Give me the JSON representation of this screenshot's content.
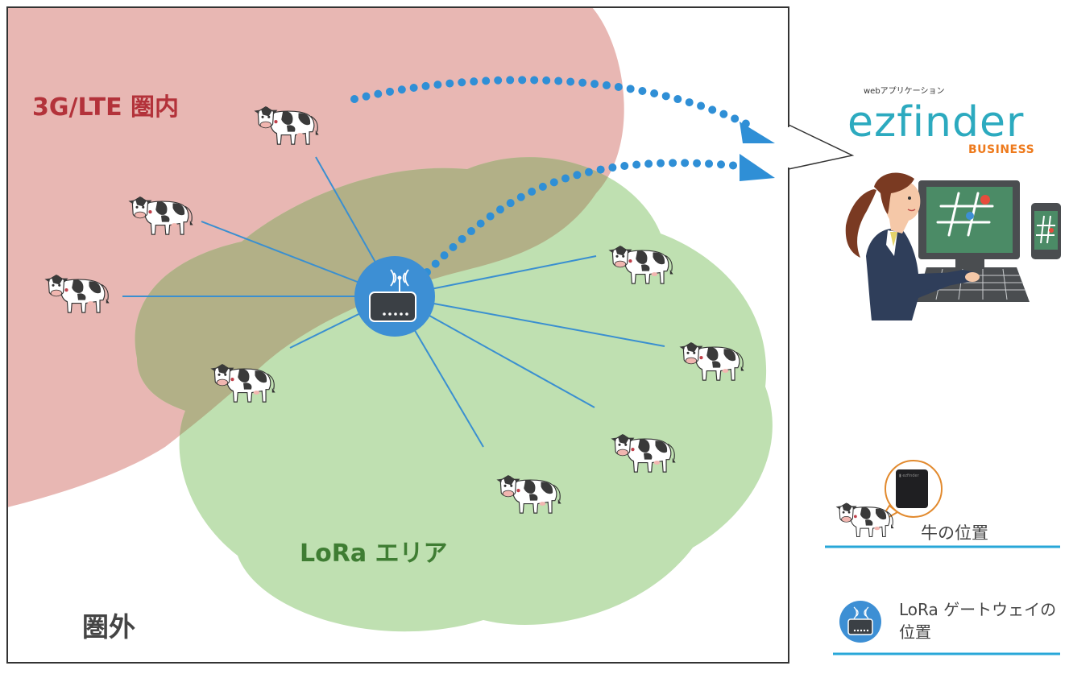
{
  "zones": {
    "lte": "3G/LTE 圏内",
    "lora": "LoRa エリア",
    "outside": "圏外"
  },
  "app": {
    "caption": "webアプリケーション",
    "brand": "ezfinder",
    "brand_sub": "BUSINESS"
  },
  "legend": {
    "cow_label": "牛の位置",
    "gateway_label": "LoRa ゲートウェイの位置"
  },
  "colors": {
    "lte_zone": "#e8b7b3",
    "lora_zone": "#bfe0b1",
    "overlap": "#b2b087",
    "link": "#3a8fd0",
    "gateway": "#3d8fd4",
    "brand": "#2caabf",
    "brand_sub": "#ee7a1c",
    "legend_rule": "#28a7d8"
  },
  "icons": [
    "cow-icon",
    "gateway-icon",
    "wifi-signal-icon",
    "user-at-computer-icon",
    "smartphone-icon",
    "tracker-device-icon"
  ]
}
